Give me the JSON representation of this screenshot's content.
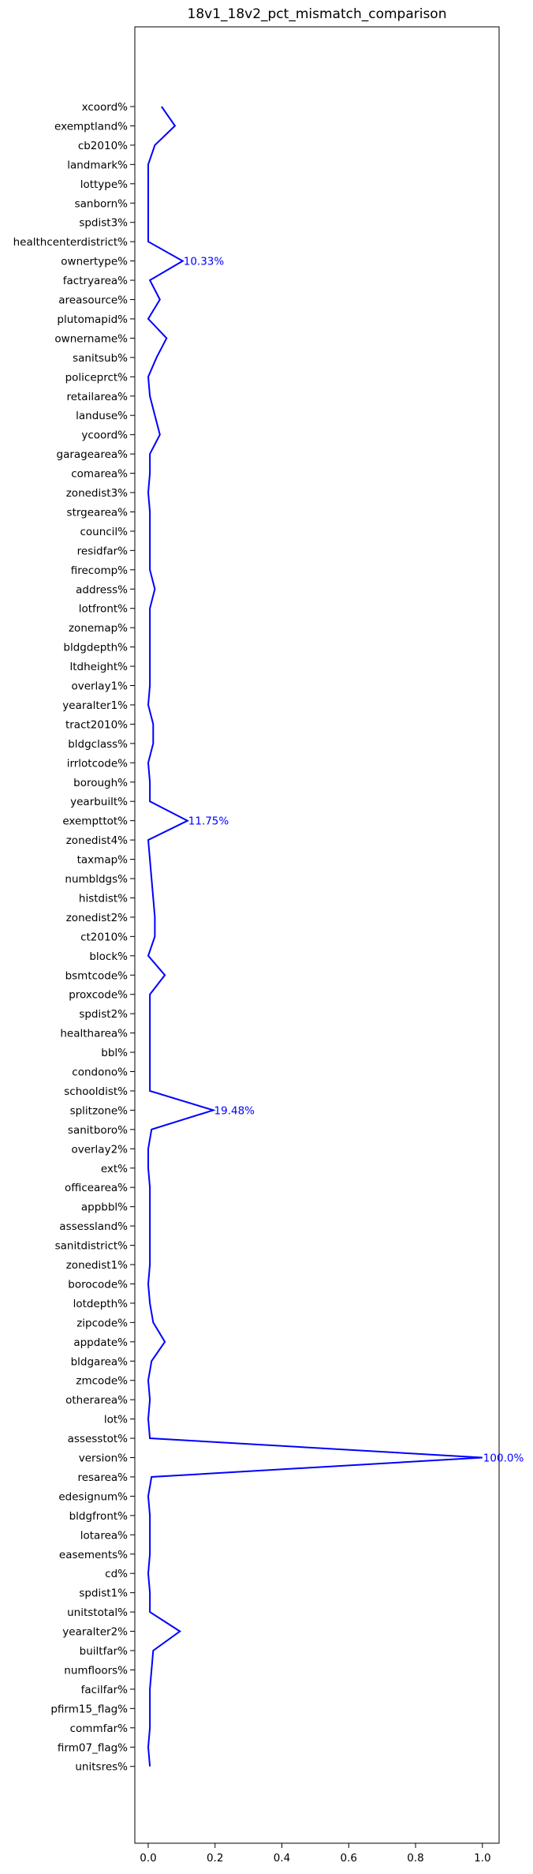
{
  "chart_data": {
    "type": "line",
    "title": "18v1_18v2_pct_mismatch_comparison",
    "xlabel": "",
    "ylabel": "",
    "xlim": [
      -0.04,
      1.05
    ],
    "xticks": [
      0.0,
      0.2,
      0.4,
      0.6,
      0.8,
      1.0
    ],
    "xtick_labels": [
      "0.0",
      "0.2",
      "0.4",
      "0.6",
      "0.8",
      "1.0"
    ],
    "grid": false,
    "line_color": "#0000ff",
    "annotation_color": "#0000ff",
    "categories": [
      "xcoord%",
      "exemptland%",
      "cb2010%",
      "landmark%",
      "lottype%",
      "sanborn%",
      "spdist3%",
      "healthcenterdistrict%",
      "ownertype%",
      "factryarea%",
      "areasource%",
      "plutomapid%",
      "ownername%",
      "sanitsub%",
      "policeprct%",
      "retailarea%",
      "landuse%",
      "ycoord%",
      "garagearea%",
      "comarea%",
      "zonedist3%",
      "strgearea%",
      "council%",
      "residfar%",
      "firecomp%",
      "address%",
      "lotfront%",
      "zonemap%",
      "bldgdepth%",
      "ltdheight%",
      "overlay1%",
      "yearalter1%",
      "tract2010%",
      "bldgclass%",
      "irrlotcode%",
      "borough%",
      "yearbuilt%",
      "exempttot%",
      "zonedist4%",
      "taxmap%",
      "numbldgs%",
      "histdist%",
      "zonedist2%",
      "ct2010%",
      "block%",
      "bsmtcode%",
      "proxcode%",
      "spdist2%",
      "healtharea%",
      "bbl%",
      "condono%",
      "schooldist%",
      "splitzone%",
      "sanitboro%",
      "overlay2%",
      "ext%",
      "officearea%",
      "appbbl%",
      "assessland%",
      "sanitdistrict%",
      "zonedist1%",
      "borocode%",
      "lotdepth%",
      "zipcode%",
      "appdate%",
      "bldgarea%",
      "zmcode%",
      "otherarea%",
      "lot%",
      "assesstot%",
      "version%",
      "resarea%",
      "edesignum%",
      "bldgfront%",
      "lotarea%",
      "easements%",
      "cd%",
      "spdist1%",
      "unitstotal%",
      "yearalter2%",
      "builtfar%",
      "numfloors%",
      "facilfar%",
      "pfirm15_flag%",
      "commfar%",
      "firm07_flag%",
      "unitsres%"
    ],
    "values": [
      0.04,
      0.08,
      0.02,
      0.0,
      0.0,
      0.0,
      0.0,
      0.0,
      0.1033,
      0.005,
      0.035,
      0.0,
      0.055,
      0.025,
      0.0,
      0.005,
      0.02,
      0.035,
      0.005,
      0.005,
      0.0,
      0.005,
      0.005,
      0.005,
      0.005,
      0.02,
      0.005,
      0.005,
      0.005,
      0.005,
      0.005,
      0.0,
      0.015,
      0.015,
      0.0,
      0.005,
      0.005,
      0.1175,
      0.0,
      0.005,
      0.01,
      0.015,
      0.02,
      0.02,
      0.0,
      0.05,
      0.005,
      0.005,
      0.005,
      0.005,
      0.005,
      0.005,
      0.1948,
      0.01,
      0.0,
      0.0,
      0.005,
      0.005,
      0.005,
      0.005,
      0.005,
      0.0,
      0.005,
      0.015,
      0.05,
      0.01,
      0.0,
      0.005,
      0.0,
      0.005,
      1.0,
      0.01,
      0.0,
      0.005,
      0.005,
      0.005,
      0.0,
      0.005,
      0.005,
      0.095,
      0.015,
      0.01,
      0.005,
      0.005,
      0.005,
      0.0,
      0.005
    ],
    "annotations": [
      {
        "category": "ownertype%",
        "label": "10.33%"
      },
      {
        "category": "exempttot%",
        "label": "11.75%"
      },
      {
        "category": "splitzone%",
        "label": "19.48%"
      },
      {
        "category": "version%",
        "label": "100.0%"
      }
    ]
  }
}
